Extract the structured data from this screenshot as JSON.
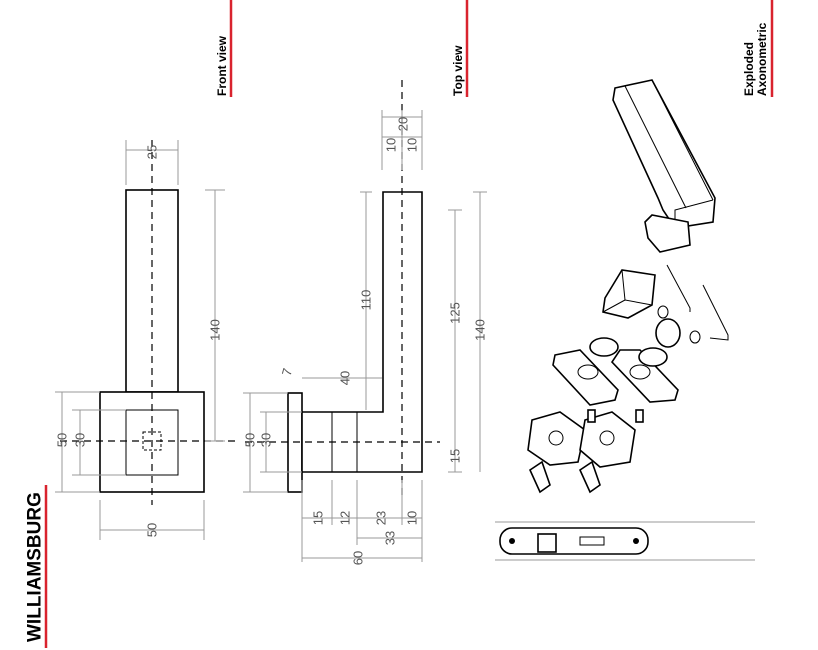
{
  "title": "WILLIAMSBURG",
  "views": {
    "front": "Front view",
    "top": "Top view",
    "exploded_line1": "Exploded",
    "exploded_line2": "Axonometric"
  },
  "front_dims": [
    "25",
    "140",
    "50",
    "30",
    "50"
  ],
  "top_dims": [
    "20",
    "10",
    "10",
    "110",
    "125",
    "140",
    "40",
    "7",
    "50",
    "30",
    "15",
    "15",
    "12",
    "23",
    "10",
    "33",
    "60"
  ],
  "colors": {
    "accent": "#d9232e"
  }
}
